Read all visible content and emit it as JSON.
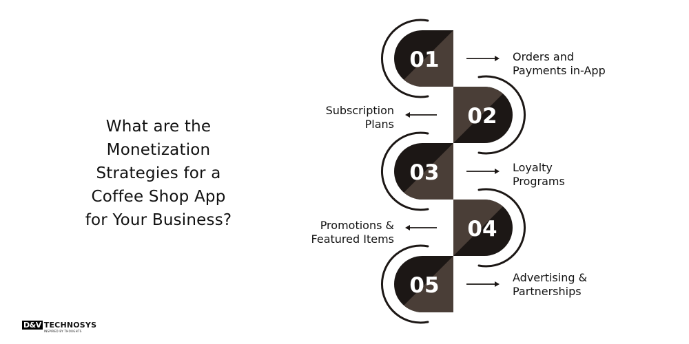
{
  "heading": {
    "lines": [
      "What are the",
      "Monetization",
      "Strategies for a",
      "Coffee Shop App",
      "for Your Business?"
    ]
  },
  "steps": [
    {
      "number": "01",
      "label_lines": [
        "Orders and",
        "Payments in-App"
      ],
      "side": "right"
    },
    {
      "number": "02",
      "label_lines": [
        "Subscription",
        "Plans"
      ],
      "side": "left"
    },
    {
      "number": "03",
      "label_lines": [
        "Loyalty",
        "Programs"
      ],
      "side": "right"
    },
    {
      "number": "04",
      "label_lines": [
        "Promotions &",
        "Featured Items"
      ],
      "side": "left"
    },
    {
      "number": "05",
      "label_lines": [
        "Advertising &",
        "Partnerships"
      ],
      "side": "right"
    }
  ],
  "logo": {
    "mark": "D&V",
    "name": "TECHNOSYS",
    "tagline": "INSPIRED BY THOUGHTS"
  },
  "colors": {
    "dark": "#1c1715",
    "brown": "#4a3e37",
    "text": "#111111"
  }
}
